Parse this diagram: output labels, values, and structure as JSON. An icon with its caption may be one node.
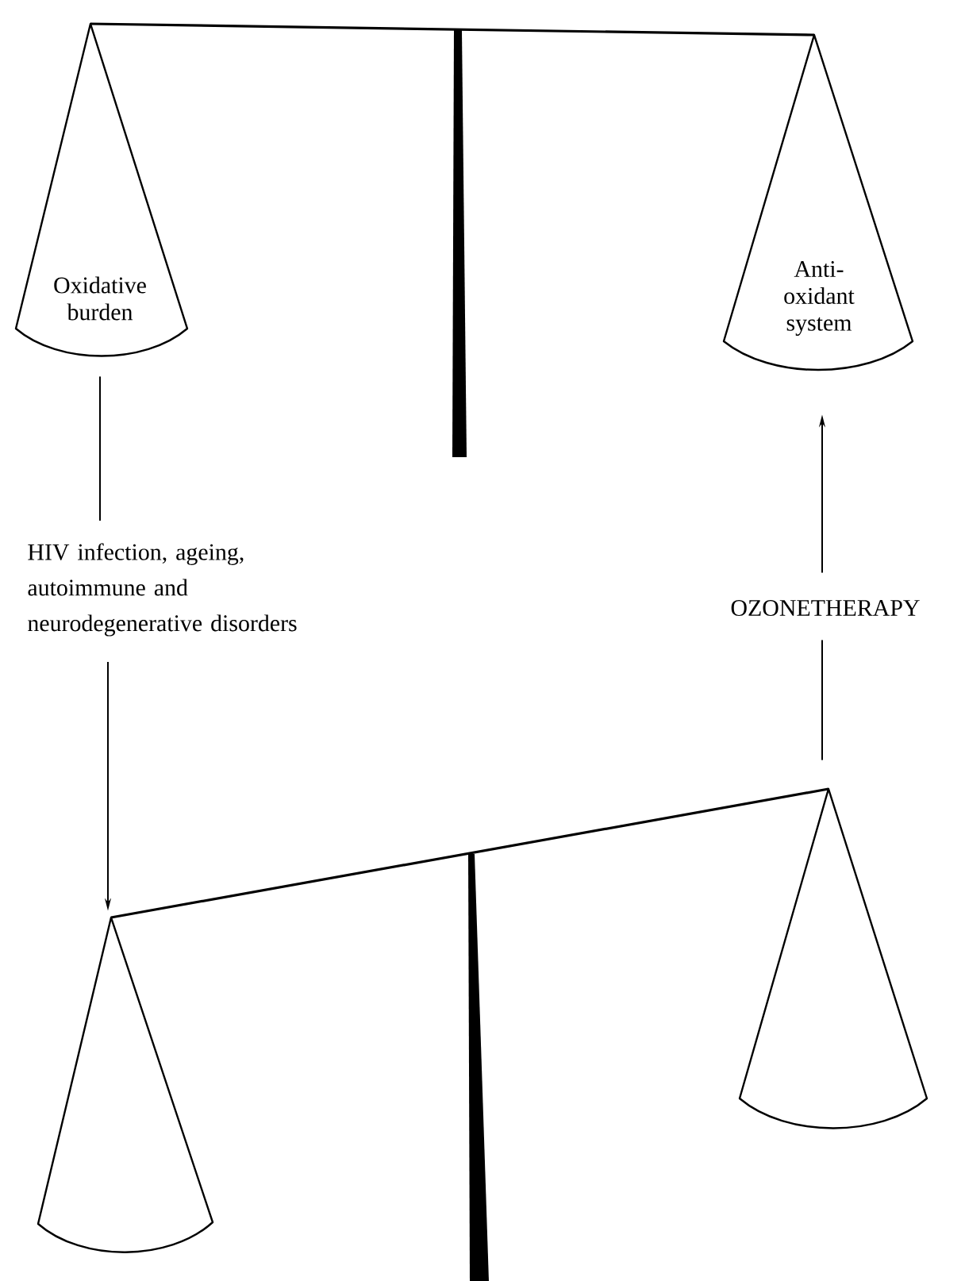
{
  "diagram": {
    "nodes": [
      {
        "text": [
          "Oxidative burden"
        ]
      },
      {
        "text": [
          "Anti- oxidant system"
        ]
      },
      {
        "text": [
          "HIV infection, ageing, autoimmune and neurodegenerative disorders"
        ]
      },
      {
        "text": [
          "OZONETHERAPY"
        ]
      },
      {
        "text": [],
        "shape": "cone"
      },
      {
        "text": [],
        "shape": "cone"
      }
    ],
    "edges": [
      {
        "from": 0,
        "to": 2,
        "arrow": "none"
      },
      {
        "from": 2,
        "to": 4,
        "arrow": "to"
      },
      {
        "from": 5,
        "to": 3,
        "arrow": "none"
      },
      {
        "from": 3,
        "to": 1,
        "arrow": "to"
      }
    ]
  }
}
